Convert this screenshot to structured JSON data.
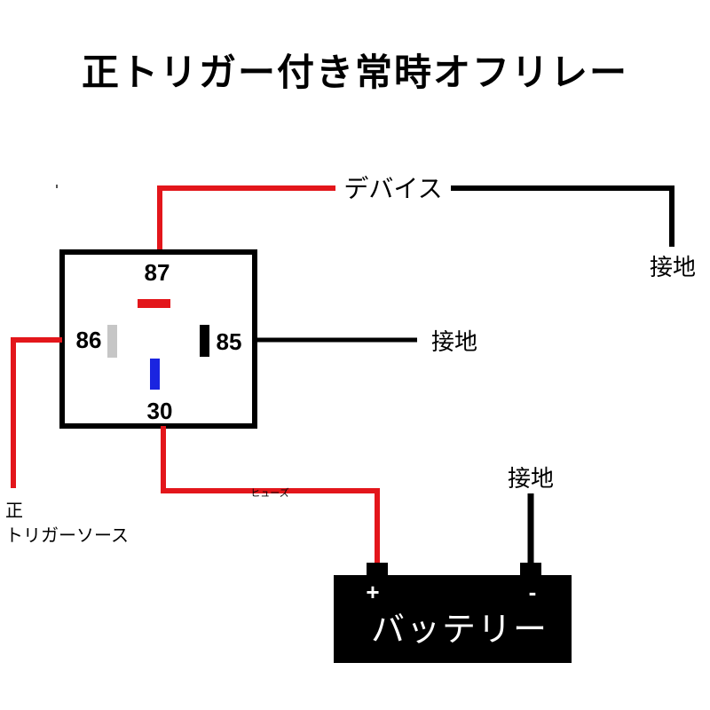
{
  "title": "正トリガー付き常時オフリレー",
  "relay": {
    "pin_87": "87",
    "pin_86": "86",
    "pin_85": "85",
    "pin_30": "30"
  },
  "labels": {
    "device": "デバイス",
    "ground_top": "接地",
    "ground_mid": "接地",
    "ground_battery": "接地",
    "fuse": "ヒューズ",
    "source_line1": "正",
    "source_line2": "トリガーソース",
    "battery": "バッテリー",
    "plus": "+",
    "minus": "-"
  },
  "colors": {
    "red_wire": "#e3161b",
    "black_wire": "#000000",
    "pin87_mark": "#e3161b",
    "pin86_mark": "#c6c6c6",
    "pin85_mark": "#000000",
    "pin30_mark": "#1a24e0"
  }
}
